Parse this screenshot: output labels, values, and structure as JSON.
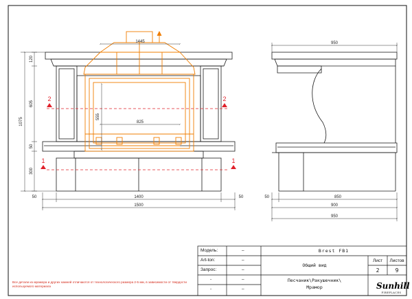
{
  "drawing": {
    "front_dims": {
      "top_width": "1445",
      "opening_width": "825",
      "opening_height": "555",
      "plinth_inner_width": "1400",
      "overall_width": "1500",
      "left_offset": "50",
      "right_offset": "50",
      "overall_height": "1075",
      "seg_cornice": "120",
      "seg_middle": "605",
      "seg_shelf": "50",
      "seg_plinth": "300",
      "section_mark_1": "1",
      "section_mark_2": "2"
    },
    "side_dims": {
      "top_depth": "950",
      "base_depth_inner": "850",
      "base_offset": "50",
      "base_depth_mid": "900",
      "base_depth_total": "950"
    }
  },
  "title_block": {
    "labels": {
      "model": "Модель:",
      "art_ton": "Art-ton:",
      "request": "Запрос:",
      "dash_a": "-",
      "dash_b": "-"
    },
    "values": {
      "model": "–",
      "art_ton": "–",
      "request": "–",
      "row4": "–",
      "row5": "–"
    },
    "product": "Brest FB1",
    "view_title": "Общий вид",
    "material_line1": "Песчаник\\Ракушечник\\",
    "material_line2": "Мрамор",
    "sheet_label": "Лист",
    "sheets_label": "Листов",
    "sheet_value": "2",
    "sheets_value": "9"
  },
  "note": "Все детали из мрамора и других камней отличаются от технологического размера 2-5 мм, в зависимости от твердости используемого материала",
  "logo": {
    "brand": "Sunhill",
    "tagline": "FIREPLACES"
  },
  "colors": {
    "outline": "#1a1a1a",
    "insert": "#ef7d00",
    "section_line": "#e0202a",
    "dimension": "#333333"
  }
}
